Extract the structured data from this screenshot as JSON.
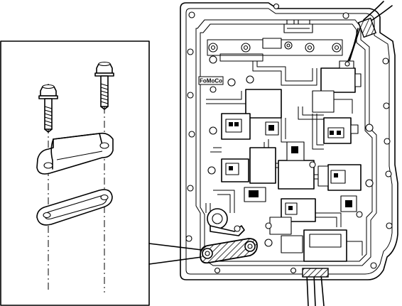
{
  "figure": {
    "brand_mark": "FoMoCo",
    "palette": {
      "line": "#000000",
      "background": "#ffffff",
      "hatch": "#000000"
    }
  },
  "callout": {
    "parts": [
      "bolt",
      "bolt",
      "cover",
      "gasket"
    ]
  }
}
